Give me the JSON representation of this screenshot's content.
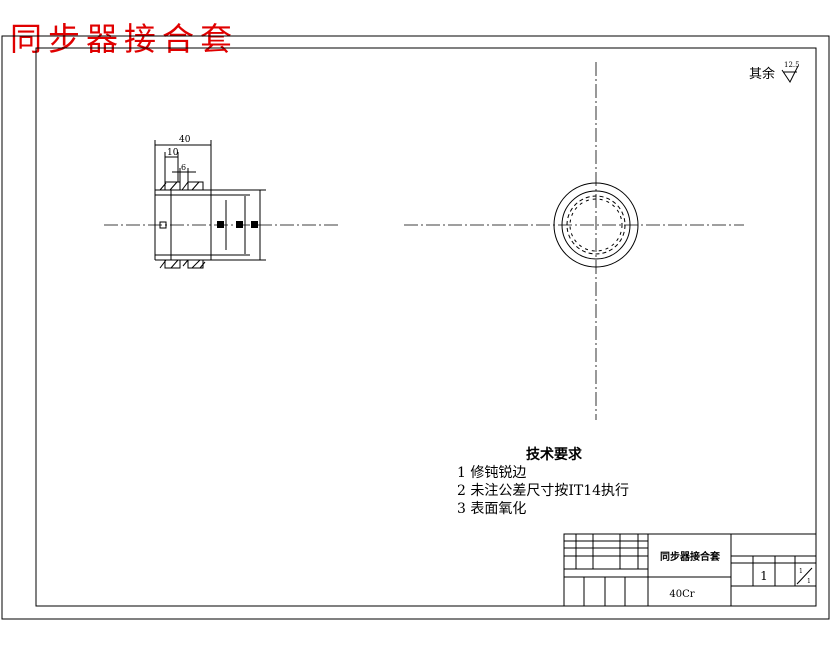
{
  "drawing_title": "同步器接合套",
  "roughness": {
    "label": "其余",
    "value": "12.5"
  },
  "dimensions": {
    "overall_length": "40",
    "tooth_offset": "10",
    "groove_width": "6"
  },
  "tech_requirements": {
    "heading": "技术要求",
    "items": [
      "1  修钝锐边",
      "2  未注公差尺寸按IT14执行",
      "3  表面氧化"
    ]
  },
  "title_block": {
    "part_name": "同步器接合套",
    "material": "40Cr",
    "quantity": "1",
    "scale_top": "1",
    "scale_bottom": "1"
  },
  "colors": {
    "title": "#e00000",
    "lines": "#000000"
  }
}
